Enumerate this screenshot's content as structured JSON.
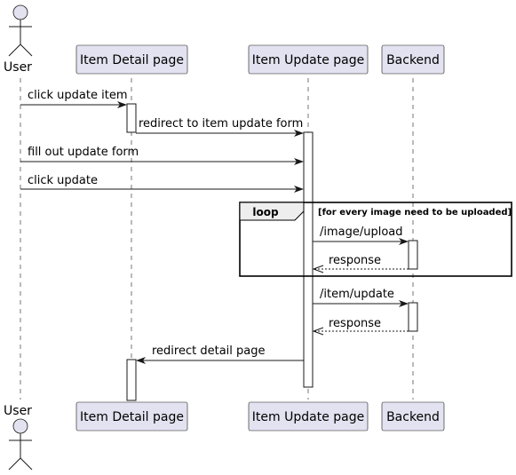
{
  "participants": {
    "user": "User",
    "detail": "Item Detail page",
    "update": "Item Update page",
    "backend": "Backend"
  },
  "messages": [
    "click update item",
    "redirect to item update form",
    "fill out update form",
    "click update",
    "/image/upload",
    "response",
    "/item/update",
    "response",
    "redirect detail page"
  ],
  "loop": {
    "keyword": "loop",
    "condition": "[for every image need to be uploaded]"
  },
  "colors": {
    "participant_fill": "#e2e2f0",
    "line": "#181818"
  }
}
